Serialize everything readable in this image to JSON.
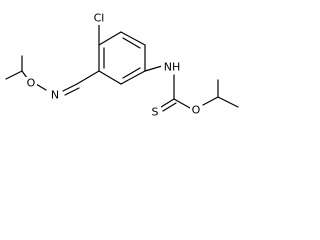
{
  "structure": {
    "atoms": {
      "chlorine": "Cl",
      "imine_nitrogen": "N",
      "ether_oxygen": "O",
      "amide_nitrogen": "NH",
      "thione_sulfur": "S",
      "ester_oxygen": "O"
    }
  }
}
